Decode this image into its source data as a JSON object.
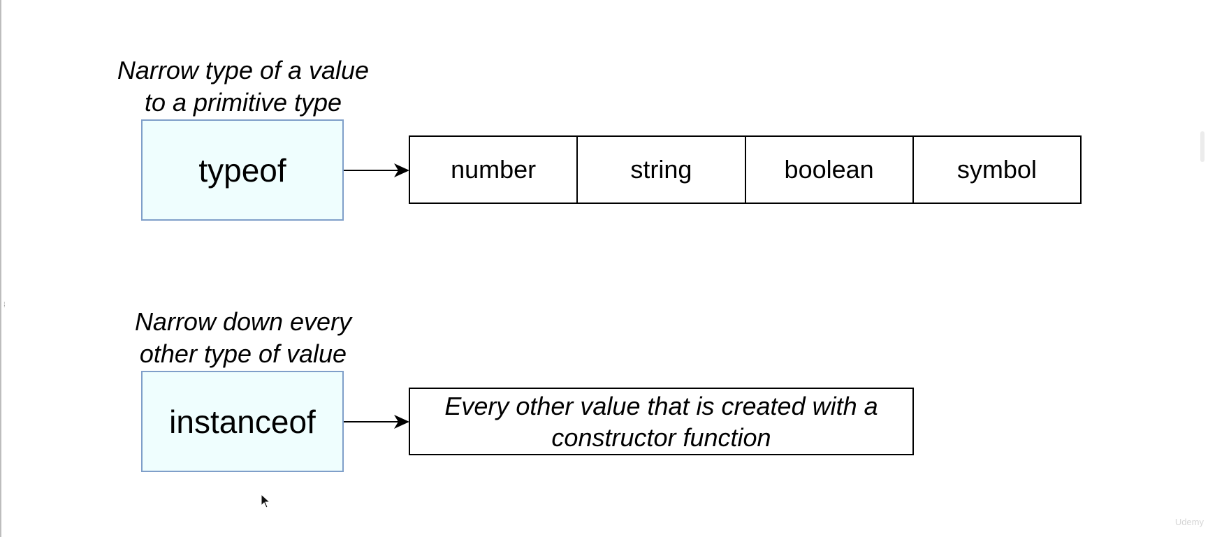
{
  "typeof_section": {
    "caption_lines": [
      "Narrow type of a value",
      "to a primitive type"
    ],
    "operator": "typeof",
    "results": [
      "number",
      "string",
      "boolean",
      "symbol"
    ]
  },
  "instanceof_section": {
    "caption_lines": [
      "Narrow down every",
      "other type of value"
    ],
    "operator": "instanceof",
    "result_lines": [
      "Every other value that is created with a",
      "constructor function"
    ]
  },
  "watermark": "Udemy",
  "icons": {
    "cursor": "mouse-pointer-icon",
    "arrow": "arrow-right-icon"
  },
  "colors": {
    "operator_fill": "#effefe",
    "operator_border": "#7f9fc9",
    "line": "#000000"
  }
}
